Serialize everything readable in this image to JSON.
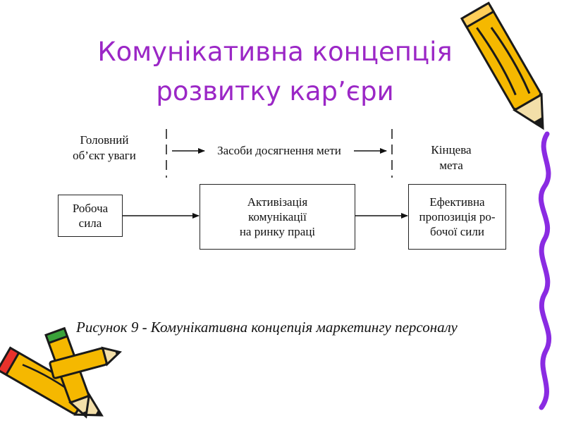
{
  "slide": {
    "title_line1": "Комунікативна концепція",
    "title_line2": "розвитку кар’єри"
  },
  "diagram": {
    "header_left_line1": "Головний",
    "header_left_line2": "об’єкт уваги",
    "header_middle": "Засоби досягнення мети",
    "header_right_line1": "Кінцева",
    "header_right_line2": "мета",
    "box_left_line1": "Робоча",
    "box_left_line2": "сила",
    "box_middle_line1": "Активізація",
    "box_middle_line2": "комунікації",
    "box_middle_line3": "на ринку праці",
    "box_right_line1": "Ефективна",
    "box_right_line2": "пропозиція ро-",
    "box_right_line3": "бочої сили",
    "caption": "Рисунок 9 - Комунікативна концепція маркетингу персоналу"
  },
  "decorations": {
    "pencil_colors": {
      "body": "#f5b800",
      "outline": "#1a1a1a",
      "eraser": "#e8322b",
      "squiggle": "#8a2be2"
    },
    "icons": [
      "pencil-top-right-icon",
      "pencil-bottom-left-icon",
      "purple-squiggle-line"
    ]
  }
}
